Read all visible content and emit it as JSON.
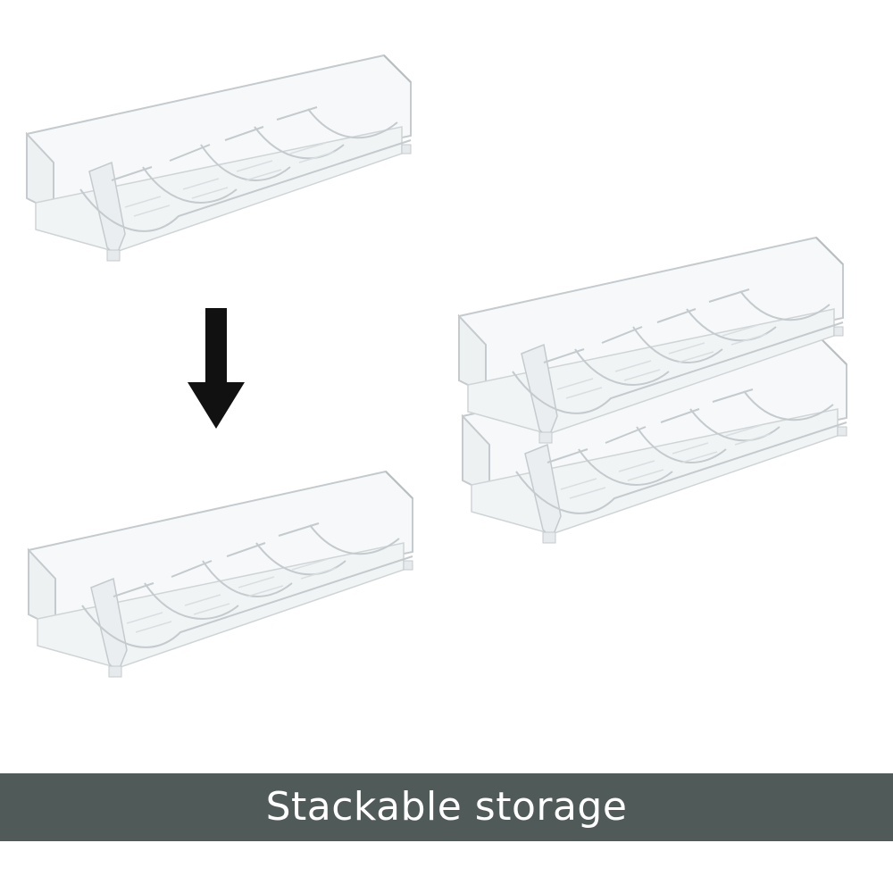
{
  "caption": {
    "text": "Stackable storage",
    "background_color": "#505a59",
    "text_color": "#ffffff"
  },
  "colors": {
    "background": "#ffffff",
    "arrow": "#111111",
    "rack_outline": "#c4cacd",
    "rack_fill": "#f3f5f6"
  },
  "scene": {
    "racks": [
      {
        "name": "rack-single-top",
        "slots": 5
      },
      {
        "name": "rack-single-bottom",
        "slots": 5
      },
      {
        "name": "rack-stacked-upper",
        "slots": 5
      },
      {
        "name": "rack-stacked-lower",
        "slots": 5
      }
    ],
    "arrow_icon": "down-arrow-icon"
  }
}
